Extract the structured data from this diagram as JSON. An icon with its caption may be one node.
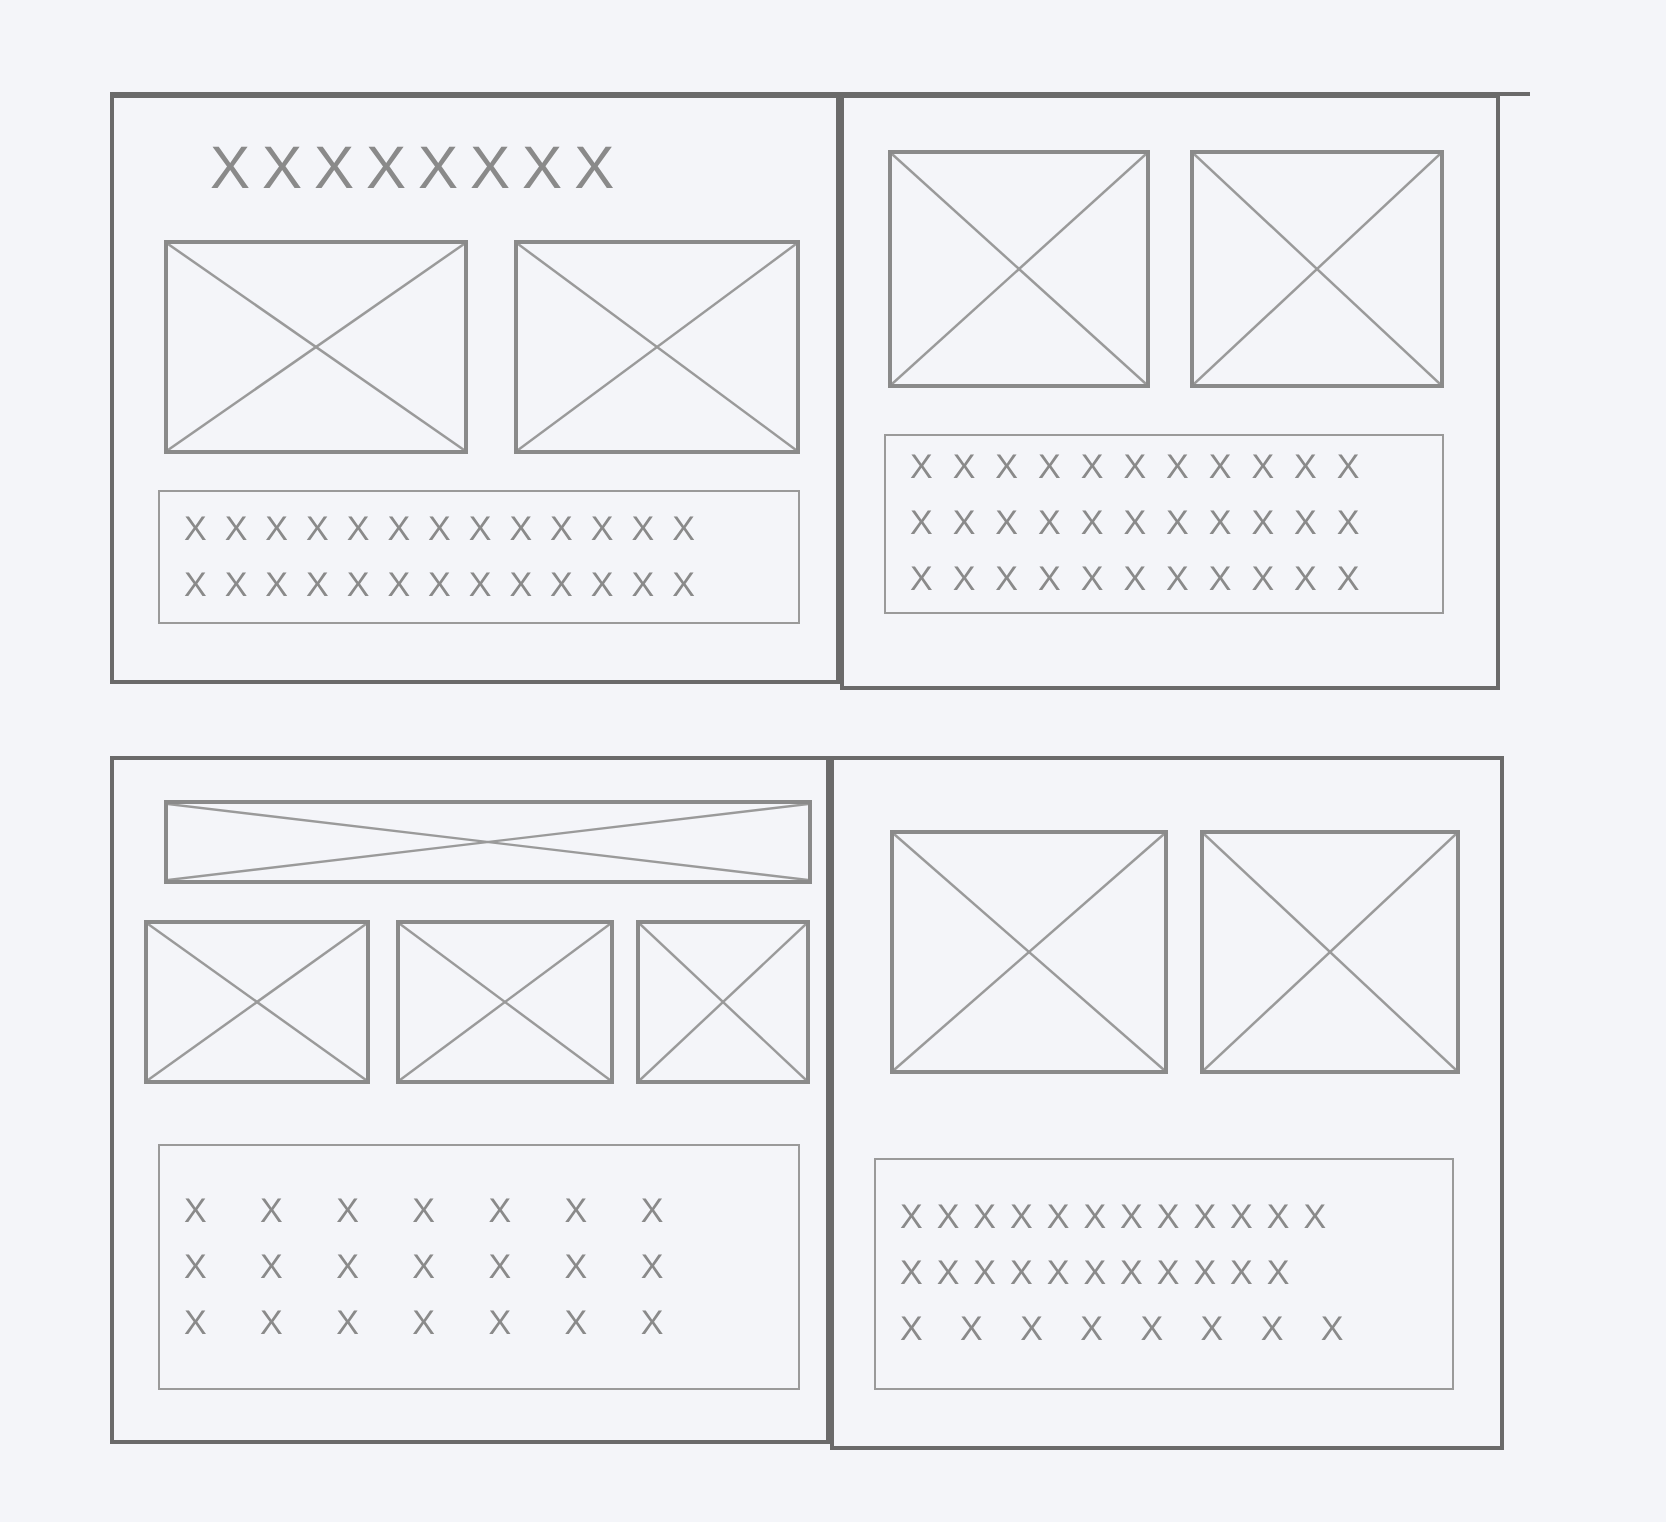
{
  "diagram": {
    "nodes": [
      {
        "text": [],
        "shape": "box"
      },
      {
        "text": [],
        "shape": "box",
        "in": 0
      },
      {
        "text": [],
        "shape": "box",
        "in": 0
      },
      {
        "text": [
          "XXXXXXXXXXXXX",
          "XXXXXXXXXXXXX"
        ],
        "in": 0
      },
      {
        "text": [],
        "shape": "box"
      },
      {
        "text": [],
        "shape": "box",
        "in": 4
      },
      {
        "text": [],
        "shape": "box",
        "in": 4
      },
      {
        "text": [
          "XXXXXXXXXXX",
          "XXXXXXXXXXX",
          "XXXXXXXXXXX"
        ],
        "in": 4
      },
      {
        "text": [],
        "shape": "box"
      },
      {
        "text": [],
        "shape": "box",
        "in": 8
      },
      {
        "text": [],
        "shape": "box",
        "in": 8
      },
      {
        "text": [],
        "shape": "box",
        "in": 8
      },
      {
        "text": [],
        "shape": "box",
        "in": 8
      },
      {
        "text": [
          "X X X X X X X",
          "X X X X X X X",
          "X X X X X X X"
        ],
        "in": 8
      },
      {
        "text": [],
        "shape": "box"
      },
      {
        "text": [],
        "shape": "box",
        "in": 14
      },
      {
        "text": [],
        "shape": "box",
        "in": 14
      },
      {
        "text": [
          "XXXXXXXXXXXX",
          "XXXXXXXXXXX",
          "X X X X X X X X"
        ],
        "in": 14
      }
    ],
    "labels": [
      "XXXXXXXX"
    ]
  }
}
